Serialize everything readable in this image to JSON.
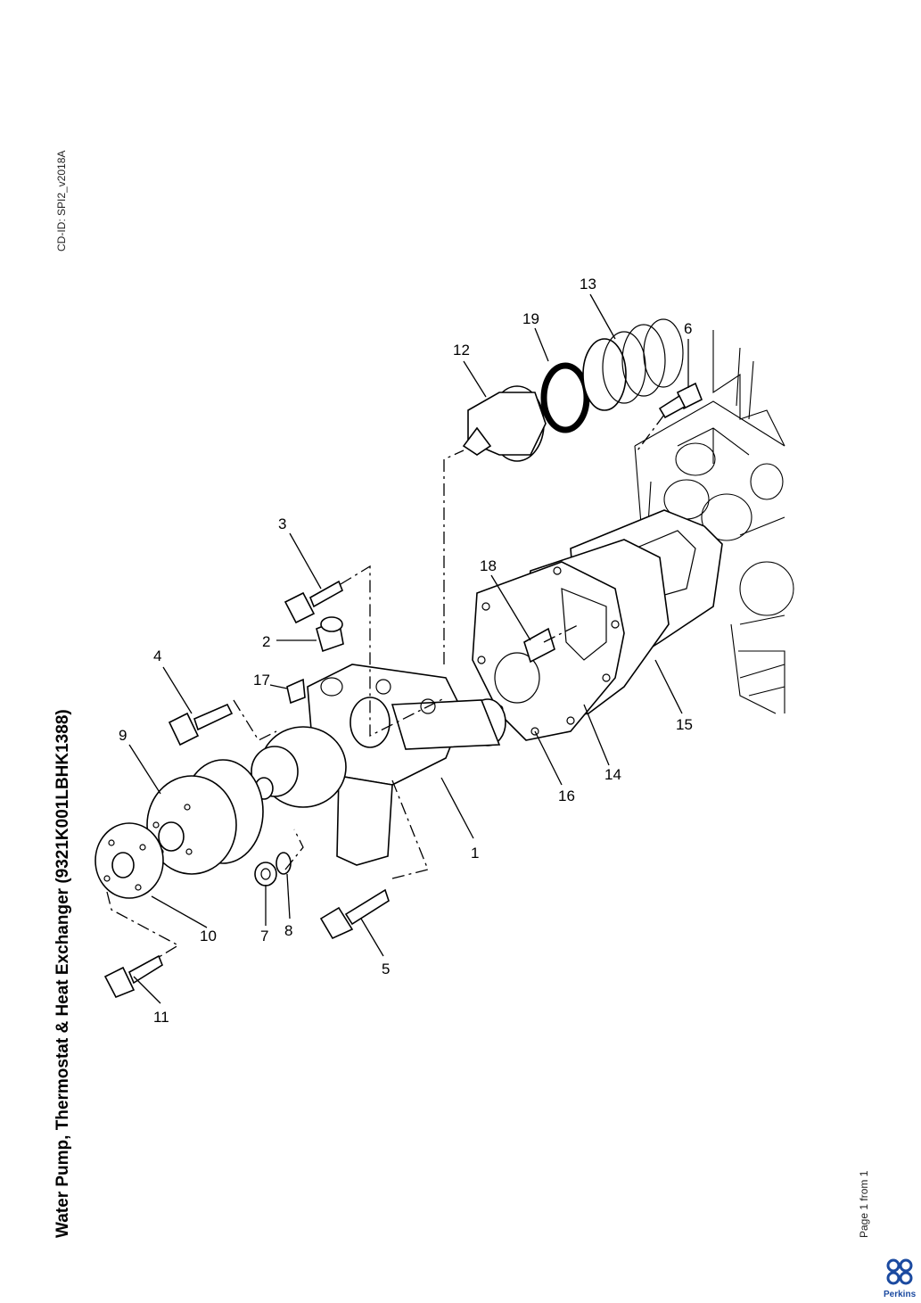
{
  "page": {
    "title": "Water Pump, Thermostat & Heat Exchanger (9321K001LBHK1388)",
    "cd_id": "CD-ID: SPI2_v2018A",
    "page_number": "Page 1 from 1"
  },
  "brand": {
    "name": "Perkins",
    "color": "#1b4aa0"
  },
  "callouts": [
    "1",
    "2",
    "3",
    "4",
    "5",
    "6",
    "7",
    "8",
    "9",
    "10",
    "11",
    "12",
    "13",
    "14",
    "15",
    "16",
    "17",
    "18",
    "19"
  ]
}
